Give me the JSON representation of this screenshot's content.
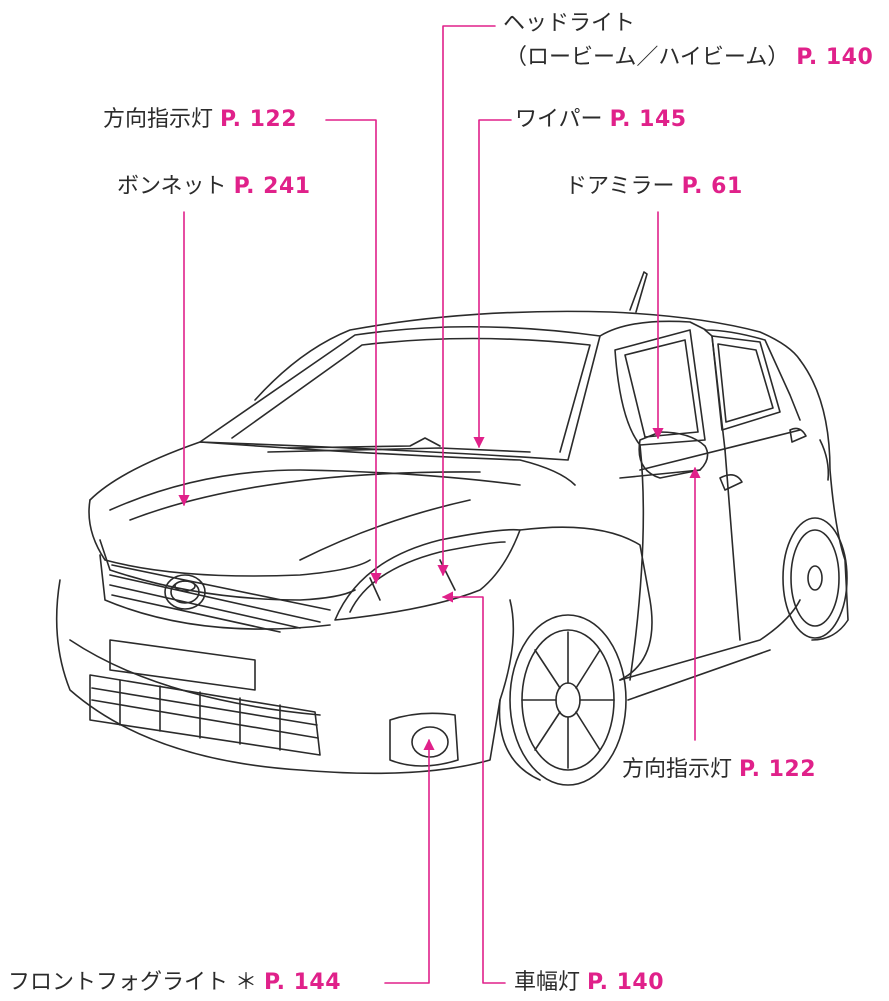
{
  "accent_color": "#e0218a",
  "line_color": "#2b2b2b",
  "labels": {
    "headlight": {
      "text_line1": "ヘッドライト",
      "text_line2": "（ロービーム／ハイビーム）",
      "page": "P. 140"
    },
    "turn_signal_front": {
      "text": "方向指示灯",
      "page": "P. 122"
    },
    "wiper": {
      "text": "ワイパー",
      "page": "P. 145"
    },
    "hood": {
      "text": "ボンネット",
      "page": "P. 241"
    },
    "door_mirror": {
      "text": "ドアミラー",
      "page": "P. 61"
    },
    "turn_signal_mirror": {
      "text": "方向指示灯",
      "page": "P. 122"
    },
    "fog_light": {
      "text": "フロントフォグライト ＊",
      "page": "P. 144"
    },
    "side_marker": {
      "text": "車幅灯",
      "page": "P. 140"
    }
  }
}
